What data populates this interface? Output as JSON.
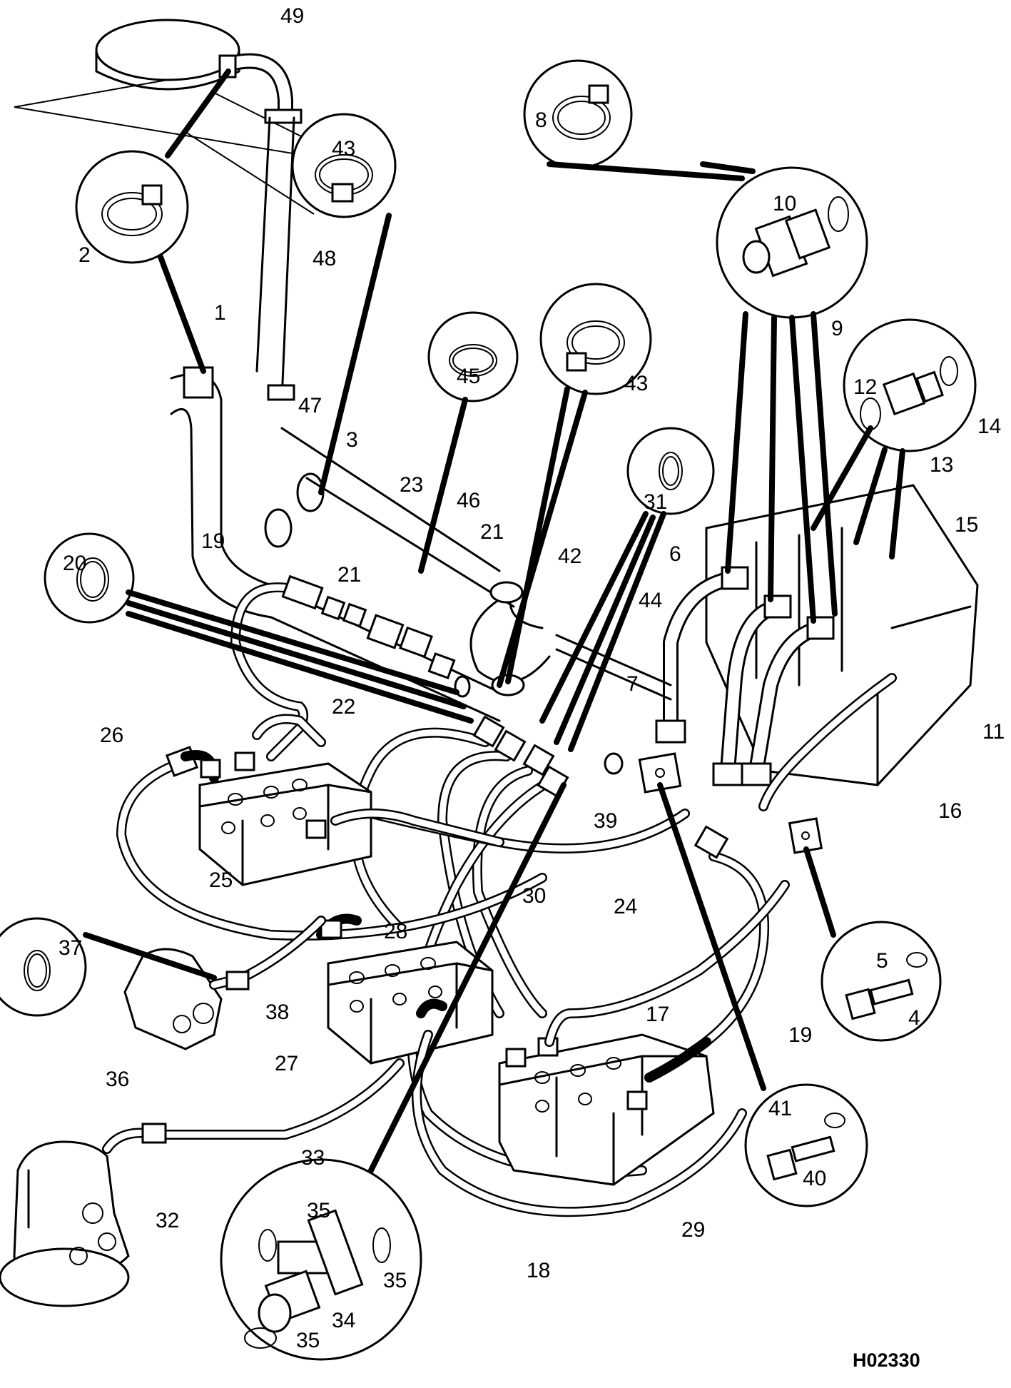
{
  "figure_ref": "H02330",
  "callouts": [
    {
      "id": "c49",
      "text": "49"
    },
    {
      "id": "c43a",
      "text": "43"
    },
    {
      "id": "c8",
      "text": "8"
    },
    {
      "id": "c48",
      "text": "48"
    },
    {
      "id": "c2",
      "text": "2"
    },
    {
      "id": "c10",
      "text": "10"
    },
    {
      "id": "c9",
      "text": "9"
    },
    {
      "id": "c1",
      "text": "1"
    },
    {
      "id": "c45",
      "text": "45"
    },
    {
      "id": "c43b",
      "text": "43"
    },
    {
      "id": "c12",
      "text": "12"
    },
    {
      "id": "c14",
      "text": "14"
    },
    {
      "id": "c13",
      "text": "13"
    },
    {
      "id": "c47",
      "text": "47"
    },
    {
      "id": "c3",
      "text": "3"
    },
    {
      "id": "c23",
      "text": "23"
    },
    {
      "id": "c46",
      "text": "46"
    },
    {
      "id": "c31",
      "text": "31"
    },
    {
      "id": "c15",
      "text": "15"
    },
    {
      "id": "c19a",
      "text": "19"
    },
    {
      "id": "c21a",
      "text": "21"
    },
    {
      "id": "c20",
      "text": "20"
    },
    {
      "id": "c21b",
      "text": "21"
    },
    {
      "id": "c42",
      "text": "42"
    },
    {
      "id": "c6",
      "text": "6"
    },
    {
      "id": "c44",
      "text": "44"
    },
    {
      "id": "c7",
      "text": "7"
    },
    {
      "id": "c11",
      "text": "11"
    },
    {
      "id": "c22",
      "text": "22"
    },
    {
      "id": "c26",
      "text": "26"
    },
    {
      "id": "c39",
      "text": "39"
    },
    {
      "id": "c16",
      "text": "16"
    },
    {
      "id": "c25",
      "text": "25"
    },
    {
      "id": "c24",
      "text": "24"
    },
    {
      "id": "c30",
      "text": "30"
    },
    {
      "id": "c37",
      "text": "37"
    },
    {
      "id": "c28",
      "text": "28"
    },
    {
      "id": "c5",
      "text": "5"
    },
    {
      "id": "c38",
      "text": "38"
    },
    {
      "id": "c4",
      "text": "4"
    },
    {
      "id": "c17",
      "text": "17"
    },
    {
      "id": "c19b",
      "text": "19"
    },
    {
      "id": "c27",
      "text": "27"
    },
    {
      "id": "c36",
      "text": "36"
    },
    {
      "id": "c41",
      "text": "41"
    },
    {
      "id": "c33",
      "text": "33"
    },
    {
      "id": "c40",
      "text": "40"
    },
    {
      "id": "c35a",
      "text": "35"
    },
    {
      "id": "c32",
      "text": "32"
    },
    {
      "id": "c29",
      "text": "29"
    },
    {
      "id": "c18",
      "text": "18"
    },
    {
      "id": "c35b",
      "text": "35"
    },
    {
      "id": "c34",
      "text": "34"
    },
    {
      "id": "c35c",
      "text": "35"
    }
  ]
}
